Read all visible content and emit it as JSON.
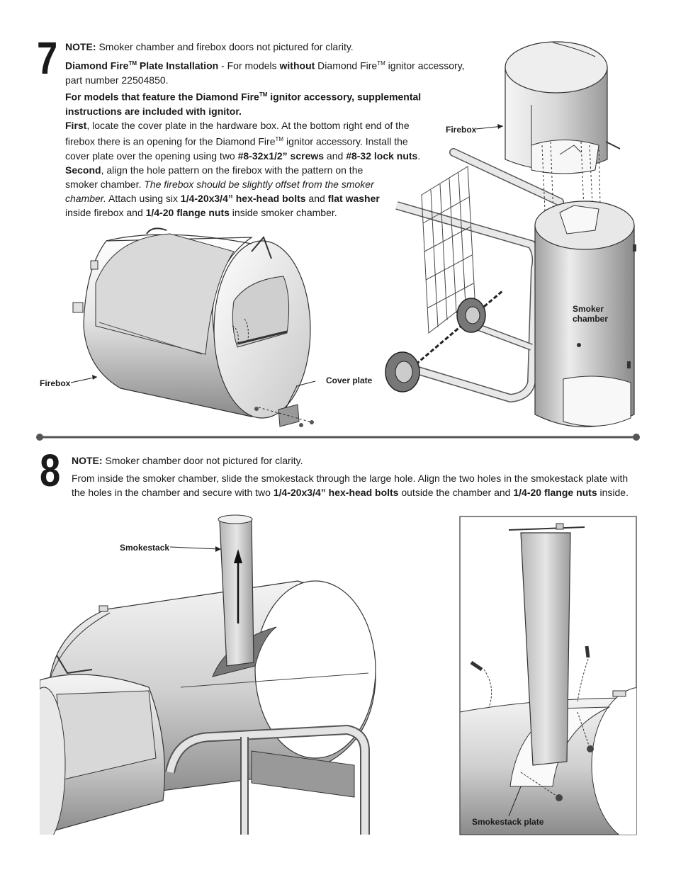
{
  "step7": {
    "number": "7",
    "note_label": "NOTE:",
    "note_text": " Smoker chamber and firebox doors not pictured for clarity.",
    "p1_bold1": "Diamond Fire",
    "p1_tm1": "TM",
    "p1_bold2": " Plate Installation",
    "p1_t1": " - For models ",
    "p1_bold3": "without",
    "p1_t2": " Diamond Fire",
    "p1_tm2": "TM",
    "p1_t3": " ignitor accessory,",
    "p1_line2": "part number 22504850.",
    "p2_a": "For models that feature the Diamond Fire",
    "p2_tm": "TM",
    "p2_b": " ignitor accessory, supplemental",
    "p2_line2": "instructions are included with ignitor.",
    "p3_bold1": "First",
    "p3_t1": ", locate the cover plate in the hardware box. At the bottom right end of the",
    "p3_l2a": "firebox there is an opening for the Diamond Fire",
    "p3_tm": "TM",
    "p3_l2b": " ignitor accessory. Install the",
    "p3_l3a": "cover plate over the opening using two ",
    "p3_b2": "#8-32x1/2” screws",
    "p3_l3b": " and ",
    "p3_b3": "#8-32 lock nuts",
    "p3_l3c": ".",
    "p4_bold1": "Second",
    "p4_t1": ", align the hole pattern on the firebox with the pattern on the",
    "p4_l2a": "smoker chamber. ",
    "p4_l2i": "The firebox should be slightly offset from the smoker",
    "p4_l3i": "chamber.",
    "p4_l3a": " Attach using six ",
    "p4_b2": "1/4-20x3/4” hex-head bolts",
    "p4_l3b": " and ",
    "p4_b3": "flat washer",
    "p4_l4a": "inside firebox and ",
    "p4_b4": "1/4-20 flange nuts",
    "p4_l4b": " inside smoker chamber.",
    "labels": {
      "firebox_left": "Firebox",
      "cover_plate": "Cover plate",
      "firebox_right": "Firebox",
      "smoker_chamber_1": "Smoker",
      "smoker_chamber_2": "chamber"
    }
  },
  "step8": {
    "number": "8",
    "note_label": "NOTE:",
    "note_text": " Smoker chamber door not pictured for clarity.",
    "p1_l1": "From inside the smoker chamber, slide the smokestack through the large hole. Align the two holes in the smokestack plate with",
    "p1_l2a": "the holes in the chamber and secure with two ",
    "p1_b1": "1/4-20x3/4” hex-head bolts",
    "p1_l2b": " outside the chamber and ",
    "p1_b2": "1/4-20 flange nuts",
    "p1_l2c": " inside.",
    "labels": {
      "smokestack": "Smokestack",
      "smokestack_plate": "Smokestack plate"
    }
  },
  "colors": {
    "text": "#1a1a1a",
    "divider": "#555555",
    "metal_light": "#f2f2f2",
    "metal_dark": "#8c8c8c"
  }
}
